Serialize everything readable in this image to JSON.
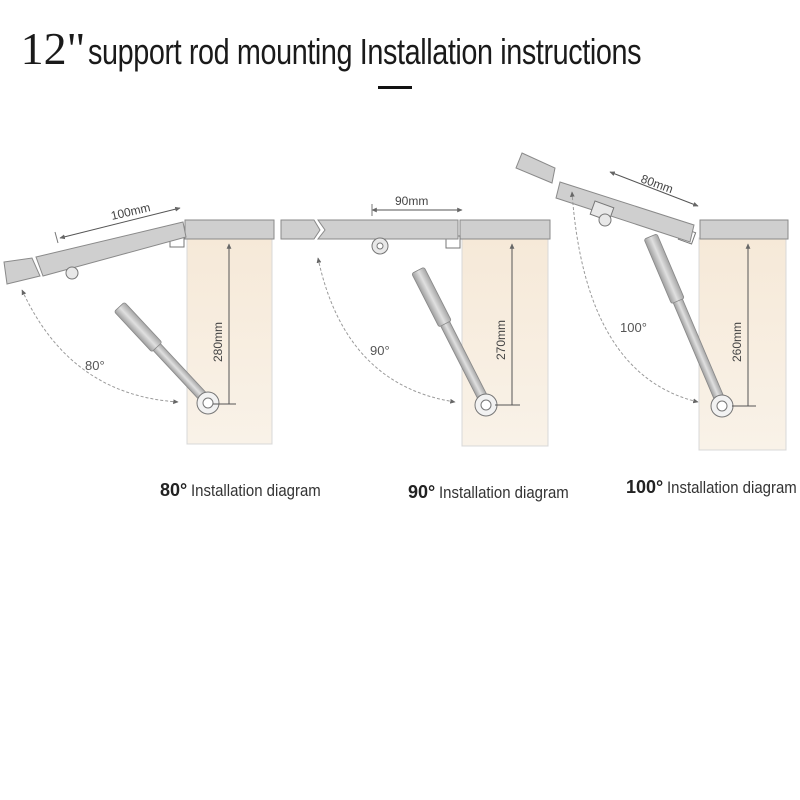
{
  "title": {
    "number": "12\"",
    "text": "support rod mounting Installation instructions"
  },
  "diagrams": [
    {
      "angle_label": "80°",
      "width_label": "100mm",
      "height_label": "280mm",
      "caption_angle": "80°",
      "caption_text": "Installation diagram"
    },
    {
      "angle_label": "90°",
      "width_label": "90mm",
      "height_label": "270mm",
      "caption_angle": "90°",
      "caption_text": "Installation diagram"
    },
    {
      "angle_label": "100°",
      "width_label": "80mm",
      "height_label": "260mm",
      "caption_angle": "100°",
      "caption_text": "Installation diagram"
    }
  ],
  "colors": {
    "cabinet_fill": "#f7ede0",
    "board_fill": "#cccccc",
    "board_stroke": "#888888",
    "rod_fill": "#bdbdbd",
    "dim_line": "#555555",
    "arc_line": "#9a9a9a"
  }
}
